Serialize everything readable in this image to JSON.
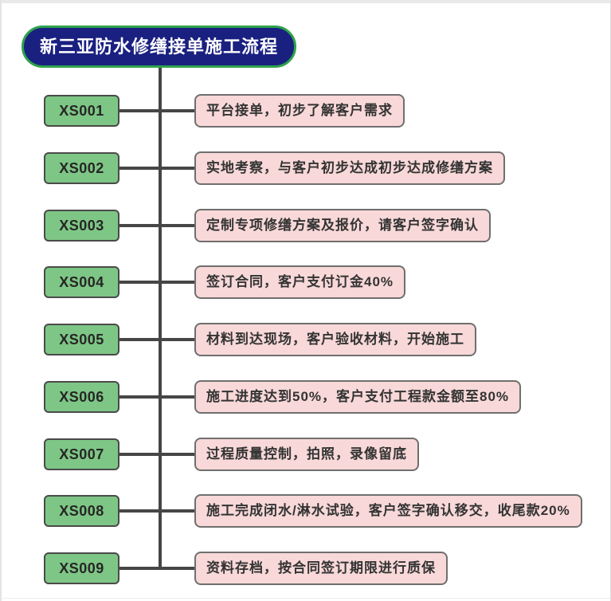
{
  "title": {
    "text": "新三亚防水修缮接单施工流程"
  },
  "flow": {
    "rows": [
      {
        "code": "XS001",
        "description": "平台接单，初步了解客户需求"
      },
      {
        "code": "XS002",
        "description": "实地考察，与客户初步达成初步达成修缮方案"
      },
      {
        "code": "XS003",
        "description": "定制专项修缮方案及报价，请客户签字确认"
      },
      {
        "code": "XS004",
        "description": "签订合同，客户支付订金40%"
      },
      {
        "code": "XS005",
        "description": "材料到达现场，客户验收材料，开始施工"
      },
      {
        "code": "XS006",
        "description": "施工进度达到50%，客户支付工程款金额至80%"
      },
      {
        "code": "XS007",
        "description": "过程质量控制，拍照，录像留底"
      },
      {
        "code": "XS008",
        "description": "施工完成闭水/淋水试验，客户签字确认移交，收尾款20%"
      },
      {
        "code": "XS009",
        "description": "资料存档，按合同签订期限进行质保"
      }
    ]
  },
  "colors": {
    "title_bg": "#1A2080",
    "title_border": "#2EA24D",
    "title_text": "#FFFFFF",
    "code_bg": "#7EC685",
    "code_border": "#4A4A4A",
    "desc_bg": "#F8D8D8",
    "desc_border": "#6F6F6F",
    "line": "#464646",
    "frame": "#E9E9E9"
  }
}
